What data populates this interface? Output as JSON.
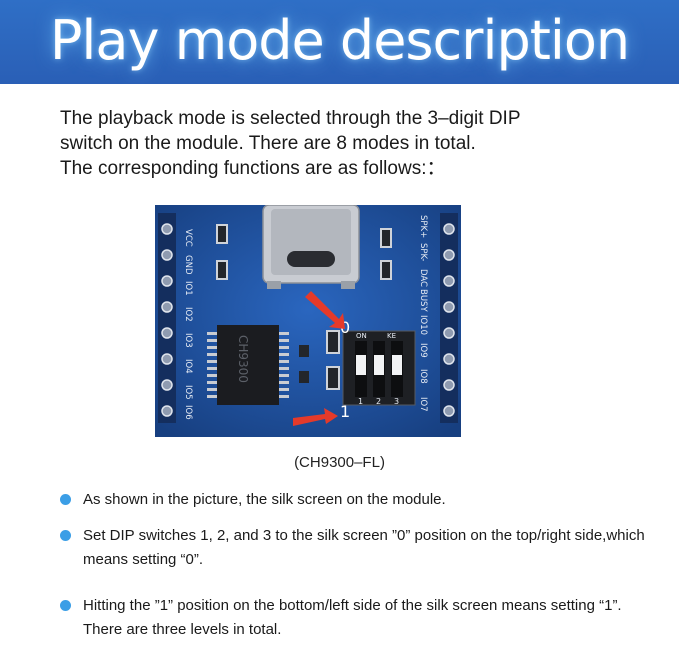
{
  "banner": {
    "title": "Play mode description"
  },
  "intro": {
    "lines": [
      "The playback mode is selected through the 3–digit DIP",
      "switch on the module. There are 8 modes in total.",
      "The corresponding functions are as follows:："
    ]
  },
  "board": {
    "left_labels": [
      "VCC",
      "GND",
      "IO1",
      "IO2",
      "IO3",
      "IO4",
      "IO5",
      "IO6"
    ],
    "right_labels": [
      "SPK+",
      "SPK-",
      "DAC",
      "BUSY",
      "IO10",
      "IO9",
      "IO8",
      "IO7"
    ],
    "chip_label": "CH9300",
    "marker_zero": "0",
    "marker_one": "1",
    "dip_on": "ON",
    "dip_ke": "KE",
    "dip_numbers": [
      "1",
      "2",
      "3"
    ],
    "colors": {
      "pcb": "#1d4f99",
      "arrow": "#e53a2a"
    }
  },
  "caption": "(CH9300–FL)",
  "bullets": [
    "As shown in the picture, the silk screen on the module.",
    "Set DIP switches 1, 2, and 3 to the silk screen ”0” position on the top/right side,which means setting “0”.",
    "Hitting the ”1” position on the bottom/left side of the silk screen means setting “1”. There are three levels in total."
  ],
  "colors": {
    "banner": "#2f6fc6",
    "bullet_dot": "#3b9ee6"
  }
}
